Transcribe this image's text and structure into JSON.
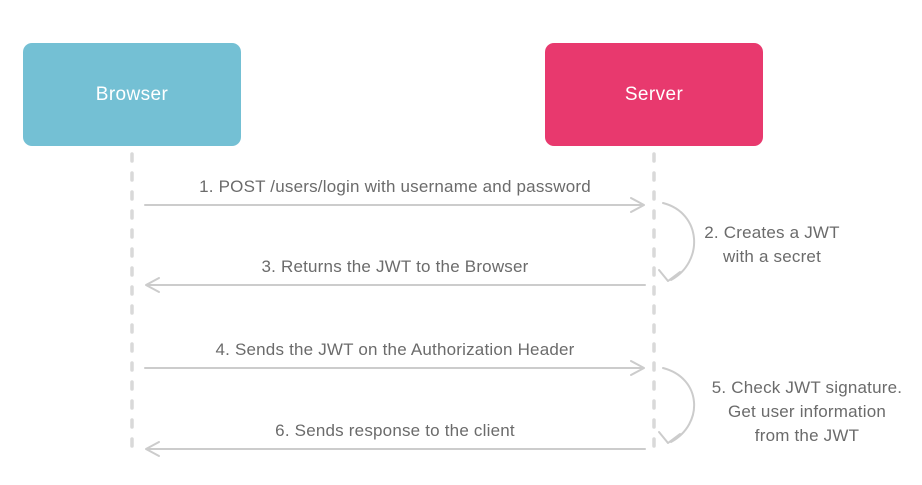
{
  "diagram_type": "sequence",
  "actors": [
    {
      "label": "Browser",
      "color": "#74c0d4"
    },
    {
      "label": "Server",
      "color": "#e8396e"
    }
  ],
  "messages": [
    {
      "order": 1,
      "from": "Browser",
      "to": "Server",
      "direction": "right",
      "label": "1. POST /users/login with username and password"
    },
    {
      "order": 2,
      "actor": "Server",
      "type": "self-loop",
      "label": "2. Creates a JWT\nwith a secret"
    },
    {
      "order": 3,
      "from": "Server",
      "to": "Browser",
      "direction": "left",
      "label": "3. Returns the JWT to the Browser"
    },
    {
      "order": 4,
      "from": "Browser",
      "to": "Server",
      "direction": "right",
      "label": "4. Sends the JWT on the Authorization Header"
    },
    {
      "order": 5,
      "actor": "Server",
      "type": "self-loop",
      "label": "5. Check JWT signature.\nGet user information\nfrom the JWT"
    },
    {
      "order": 6,
      "from": "Server",
      "to": "Browser",
      "direction": "left",
      "label": "6. Sends response to the client"
    }
  ],
  "colors": {
    "background": "#ffffff",
    "browser_box": "#74c0d4",
    "server_box": "#e8396e",
    "arrow": "#cccccc",
    "lifeline": "#d9d9d9",
    "label_text": "#6b6b6b",
    "actor_text": "#ffffff"
  }
}
